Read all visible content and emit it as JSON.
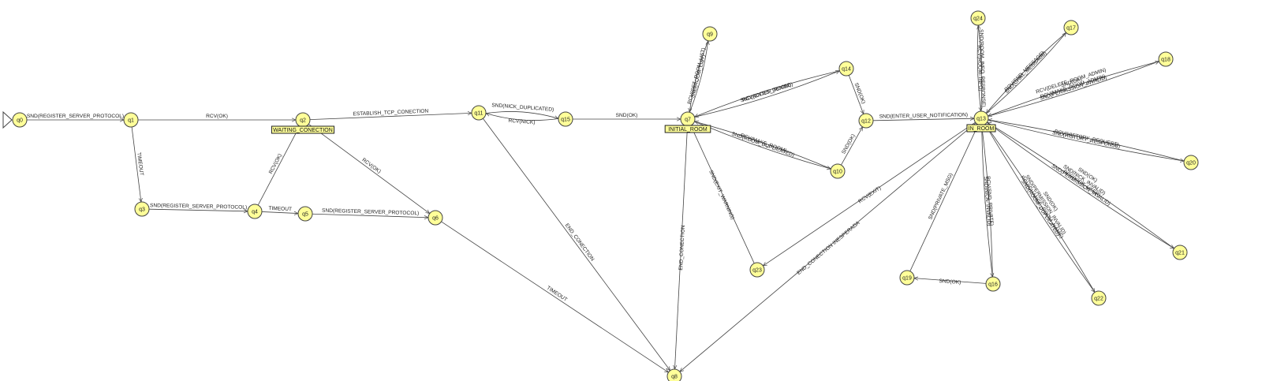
{
  "diagram": {
    "node_fill": "#ffff99",
    "line_color": "#444444",
    "states": [
      {
        "id": "q0",
        "label": "q0",
        "initial": true
      },
      {
        "id": "q1",
        "label": "q1"
      },
      {
        "id": "q2",
        "label": "q2",
        "badge": "WAITING_CONECTION"
      },
      {
        "id": "q3",
        "label": "q3"
      },
      {
        "id": "q4",
        "label": "q4"
      },
      {
        "id": "q5",
        "label": "q5"
      },
      {
        "id": "q6",
        "label": "q6"
      },
      {
        "id": "q11",
        "label": "q11"
      },
      {
        "id": "q15",
        "label": "q15"
      },
      {
        "id": "q7",
        "label": "q7",
        "badge": "INITIAL_ROOM"
      },
      {
        "id": "q9",
        "label": "q9"
      },
      {
        "id": "q14",
        "label": "q14"
      },
      {
        "id": "q12",
        "label": "q12"
      },
      {
        "id": "q10",
        "label": "q10"
      },
      {
        "id": "q23",
        "label": "q23"
      },
      {
        "id": "q8",
        "label": "q8"
      },
      {
        "id": "q13",
        "label": "q13",
        "badge": "IN_ROOM"
      },
      {
        "id": "q24",
        "label": "q24"
      },
      {
        "id": "q17",
        "label": "q17"
      },
      {
        "id": "q18",
        "label": "q18"
      },
      {
        "id": "q20",
        "label": "q20"
      },
      {
        "id": "q21",
        "label": "q21"
      },
      {
        "id": "q22",
        "label": "q22"
      },
      {
        "id": "q16",
        "label": "q16"
      },
      {
        "id": "q19",
        "label": "q19"
      }
    ],
    "transitions": [
      {
        "from": "q0",
        "to": "q1",
        "label": "SND(REGISTER_SERVER_PROTOCOL)"
      },
      {
        "from": "q1",
        "to": "q2",
        "label": "RCV(OK)"
      },
      {
        "from": "q1",
        "to": "q3",
        "label": "TIMEOUT"
      },
      {
        "from": "q3",
        "to": "q4",
        "label": "SND(REGISTER_SERVER_PROTOCOL)"
      },
      {
        "from": "q4",
        "to": "q2",
        "label": "RCV(OK)"
      },
      {
        "from": "q4",
        "to": "q5",
        "label": "TIMEOUT"
      },
      {
        "from": "q5",
        "to": "q6",
        "label": "SND(REGISTER_SERVER_PROTOCOL)"
      },
      {
        "from": "q2",
        "to": "q6",
        "label": "RCV(OK)"
      },
      {
        "from": "q2",
        "to": "q11",
        "label": "ESTABLISH_TCP_CONECTION"
      },
      {
        "from": "q15",
        "to": "q11",
        "label": "RCV(NICK)"
      },
      {
        "from": "q11",
        "to": "q15",
        "label": "SND(NICK_DUPLICATED)"
      },
      {
        "from": "q15",
        "to": "q7",
        "label": "SND(OK)"
      },
      {
        "from": "q11",
        "to": "q8",
        "label": "END_CONECTION"
      },
      {
        "from": "q6",
        "to": "q8",
        "label": "TIMEOUT"
      },
      {
        "from": "q7",
        "to": "q9",
        "label": "RCV(GET_ROOM_LIST)"
      },
      {
        "from": "q9",
        "to": "q7",
        "label": "SND(ROOM_LIST)"
      },
      {
        "from": "q7",
        "to": "q14",
        "label": "RCV(ENTER_ROOM)"
      },
      {
        "from": "q14",
        "to": "q7",
        "label": "SND(ACCES_DENIED)"
      },
      {
        "from": "q14",
        "to": "q12",
        "label": "SND(OK)"
      },
      {
        "from": "q7",
        "to": "q10",
        "label": "RCV(MAKE_ROOM)"
      },
      {
        "from": "q10",
        "to": "q7",
        "label": "SND(ROOM_DUPLICATED)"
      },
      {
        "from": "q10",
        "to": "q12",
        "label": "SND(OK)"
      },
      {
        "from": "q12",
        "to": "q13",
        "label": "SND(ENTER_USER_NOTIFICATION)"
      },
      {
        "from": "q23",
        "to": "q7",
        "label": "SND(EXIT_WARNING)"
      },
      {
        "from": "q7",
        "to": "q8",
        "label": "END_CONECTION"
      },
      {
        "from": "q13",
        "to": "q23",
        "label": "RCV(EXIT)"
      },
      {
        "from": "q13",
        "to": "q8",
        "label": "END_CONECTION INESPERADA"
      },
      {
        "from": "q13",
        "to": "q24",
        "label": "RCV(ROOM_INFO)"
      },
      {
        "from": "q24",
        "to": "q13",
        "label": "SND(ROOM_INFO_RESPONSE)"
      },
      {
        "from": "q13",
        "to": "q17",
        "label": "RCV(SND_MESSAGE)"
      },
      {
        "from": "q17",
        "to": "q13",
        "label": "SND(CHAT_MESSAGE)"
      },
      {
        "from": "q13",
        "to": "q18",
        "label": "RCV(DELETE_ROOM_ADMIN)\nRCV(MAKE_ROOM_ADMIN)"
      },
      {
        "from": "q18",
        "to": "q13",
        "label": "SND(OK)\nSND(PERMISSION_INVALID)"
      },
      {
        "from": "q13",
        "to": "q20",
        "label": "RCV(HISTORY_REQUEST)"
      },
      {
        "from": "q20",
        "to": "q13",
        "label": "SND(HISTORY_RESPONSE)"
      },
      {
        "from": "q13",
        "to": "q21",
        "label": "RCV(KICK_USER)"
      },
      {
        "from": "q21",
        "to": "q13",
        "label": "SND(OK)\nSND(NICK_INVALID)\nSND(PERMISSION_INVALID)"
      },
      {
        "from": "q13",
        "to": "q22",
        "label": "RCV(CHANGE_ROOM_NAME)"
      },
      {
        "from": "q22",
        "to": "q13",
        "label": "SND(OK)\nSND(PERMISSION_INVALID)\nSND(ROOM_DUPLICATED)"
      },
      {
        "from": "q13",
        "to": "q16",
        "label": "RCV(SND_PRIVATE)"
      },
      {
        "from": "q16",
        "to": "q13",
        "label": "SND(NICK_INVALID)"
      },
      {
        "from": "q16",
        "to": "q19",
        "label": "SND(OK)"
      },
      {
        "from": "q19",
        "to": "q13",
        "label": "SND(PRIVATE_MSG)"
      }
    ]
  }
}
